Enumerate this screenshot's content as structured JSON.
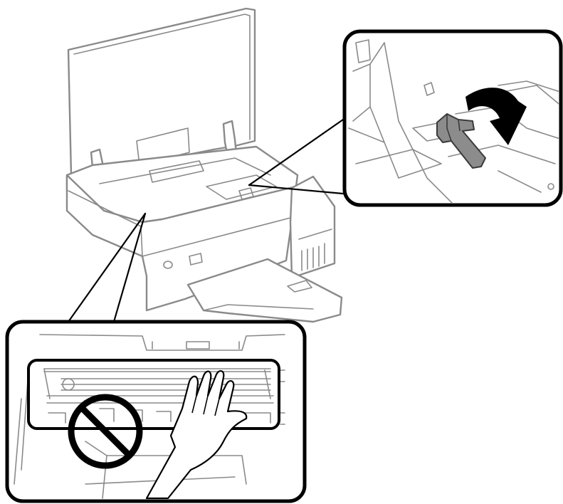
{
  "illustration": {
    "subject": "printer-with-open-cover",
    "callouts": [
      "lever-rotation-detail",
      "do-not-touch-translucent-film"
    ],
    "icons": [
      "rotate-arrow-icon",
      "prohibition-icon",
      "hand-icon",
      "lever-icon"
    ],
    "colors": {
      "line": "#8a8a8a",
      "frame": "#000000",
      "arrow": "#000000",
      "prohibition": "#000000",
      "lever": "#8c8c8c",
      "background": "#ffffff"
    }
  }
}
